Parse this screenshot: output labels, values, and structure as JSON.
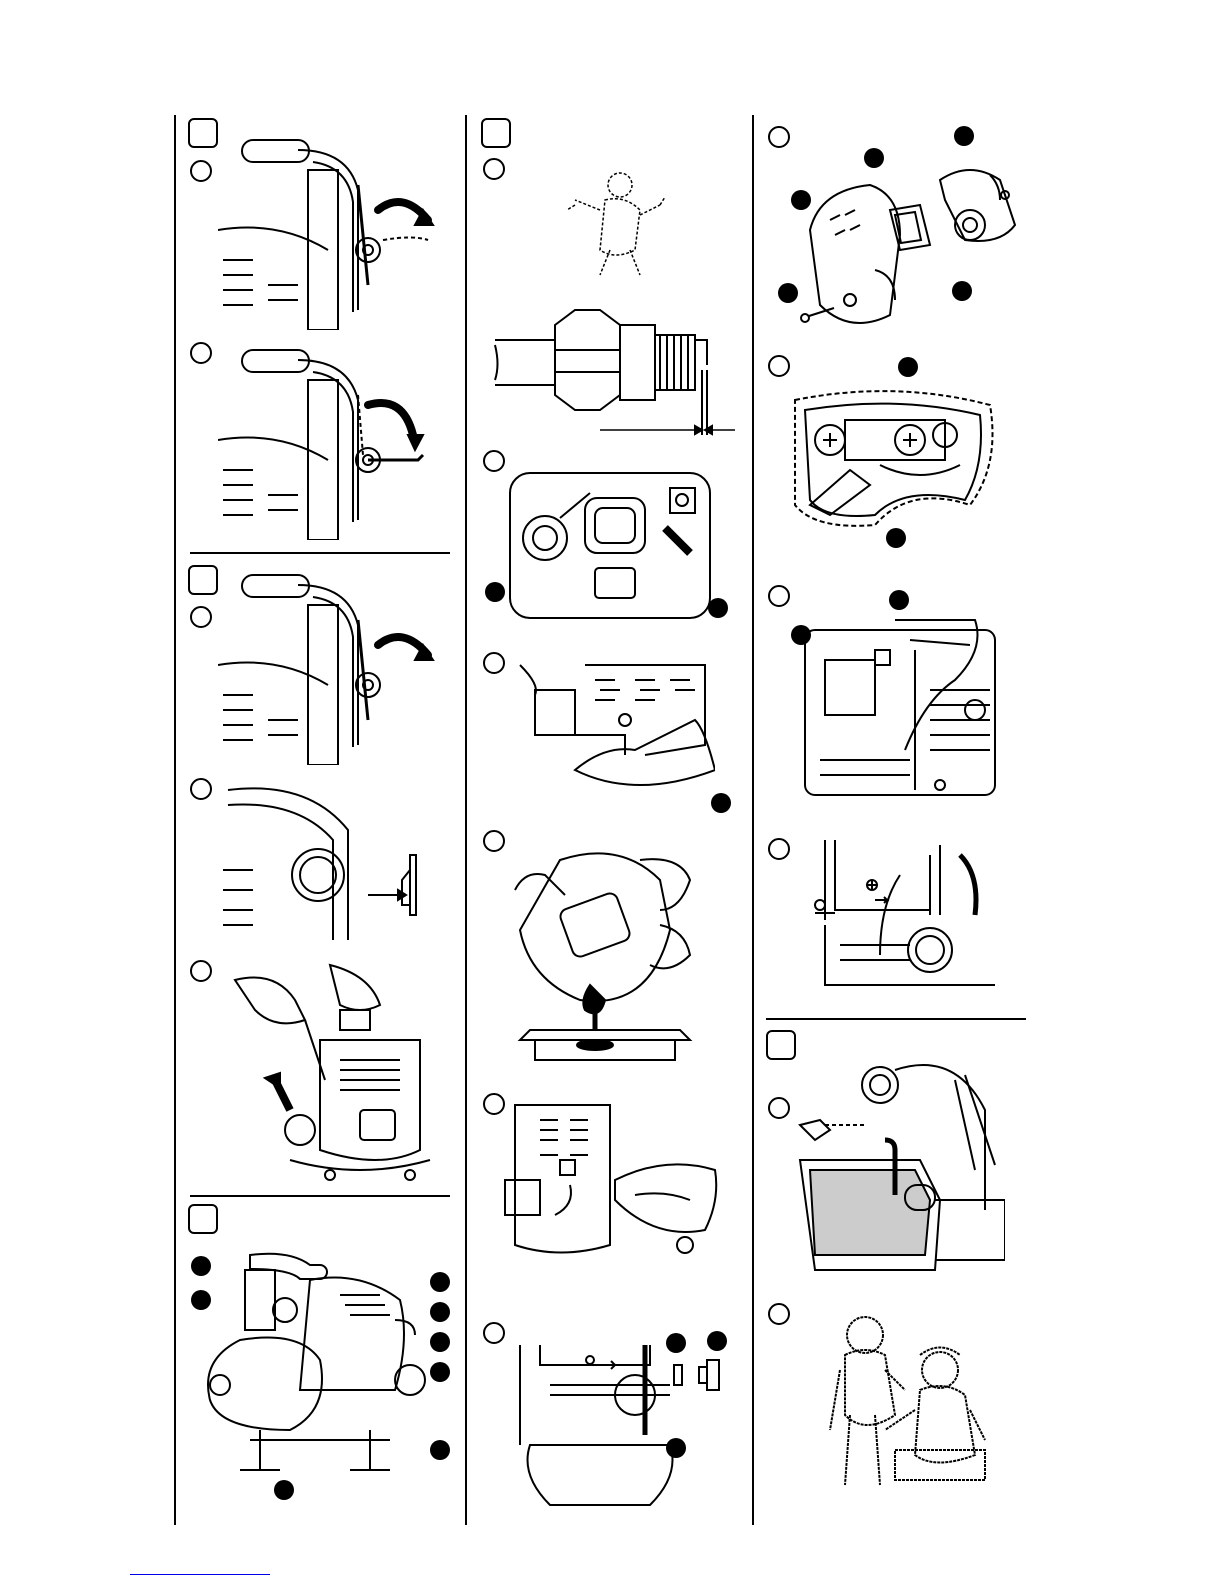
{
  "document": {
    "link_color": "#0000ee",
    "sections": [
      {
        "id": "column-1",
        "figures": [
          "handle-up",
          "handle-down",
          "handle-up-2",
          "plug-side",
          "priming",
          "pump-parts"
        ]
      },
      {
        "id": "column-2",
        "figures": [
          "spark-plug-sketch",
          "spark-plug-gap",
          "engine-top",
          "fuel-tank",
          "oil-drain",
          "oil-fill",
          "carb-side"
        ]
      },
      {
        "id": "column-3",
        "figures": [
          "air-filter",
          "filter-cover",
          "engine-side",
          "carb-detail",
          "drain-pan",
          "mechanics"
        ]
      }
    ]
  }
}
